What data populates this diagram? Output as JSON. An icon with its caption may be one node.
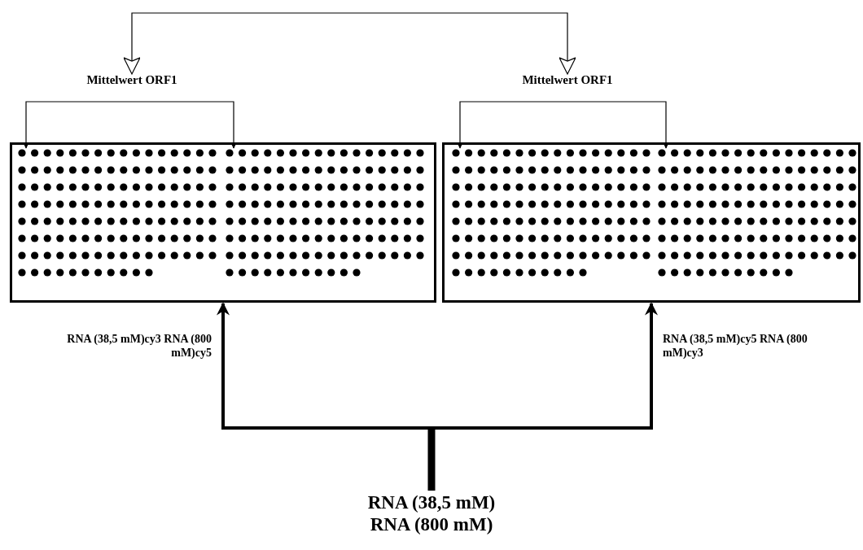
{
  "diagram": {
    "nodes": [
      {
        "text": [
          "Mittelwert ORF1"
        ]
      },
      {
        "text": [
          "Mittelwert ORF1"
        ]
      },
      {
        "text": [],
        "shape": "box"
      },
      {
        "text": [],
        "shape": "grid",
        "in": 2
      },
      {
        "text": [],
        "shape": "grid",
        "in": 2
      },
      {
        "text": [],
        "shape": "box"
      },
      {
        "text": [],
        "shape": "grid",
        "in": 5
      },
      {
        "text": [],
        "shape": "grid",
        "in": 5
      },
      {
        "text": [
          "RNA (38,5 mM) RNA (800 mM)"
        ]
      }
    ],
    "edges": [
      {
        "from": 0,
        "to": 1,
        "arrow": "both"
      },
      {
        "from": 0,
        "to": 3,
        "arrow": "to"
      },
      {
        "from": 0,
        "to": 4,
        "arrow": "to"
      },
      {
        "from": 1,
        "to": 6,
        "arrow": "to"
      },
      {
        "from": 1,
        "to": 7,
        "arrow": "to"
      },
      {
        "from": 8,
        "to": 2,
        "arrow": "to",
        "label": "RNA (38,5 mM)cy3 RNA (800 mM)cy5",
        "style": "thick"
      },
      {
        "from": 8,
        "to": 5,
        "arrow": "to",
        "label": "RNA (38,5 mM)cy5 RNA (800 mM)cy3",
        "style": "thick"
      }
    ]
  }
}
